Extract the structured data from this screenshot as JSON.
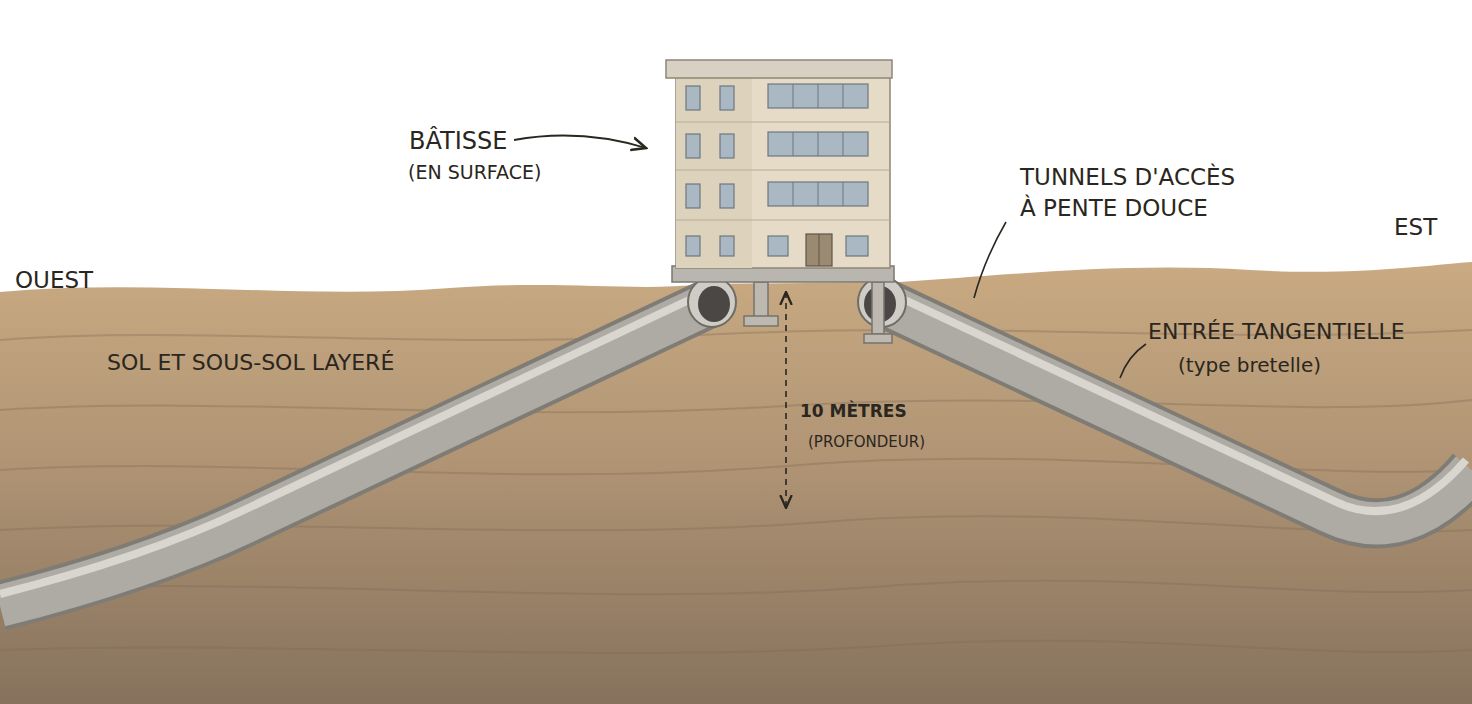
{
  "diagram": {
    "labels": [
      "BÂTISSE",
      "(EN SURFACE)",
      "TUNNELS D'ACCÈS À PENTE DOUCE",
      "EST",
      "OUEST",
      "SOL ET SOUS-SOL LAYERÉ",
      "ENTRÉE TANGENTIELLE",
      "(type bretelle)",
      "10 MÈTRES",
      "(PROFONDEUR)"
    ]
  }
}
